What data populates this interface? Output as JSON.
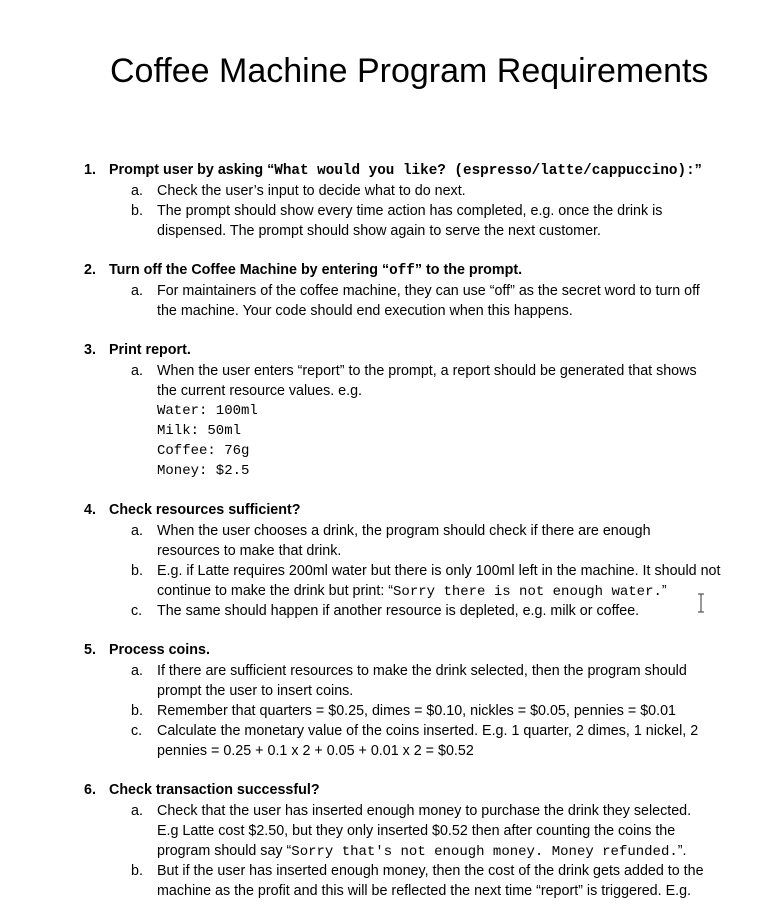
{
  "title": "Coffee Machine Program Requirements",
  "sections": [
    {
      "num": "1.",
      "heading_pre": "Prompt user by asking “",
      "heading_code": "What would you like? (espresso/latte/cappuccino):",
      "heading_post": "”",
      "items": [
        {
          "letter": "a.",
          "text": "Check the user’s input to decide what to do next."
        },
        {
          "letter": "b.",
          "text": "The prompt should show every time action has completed, e.g. once the drink is dispensed. The prompt should show again to serve the next customer."
        }
      ]
    },
    {
      "num": "2.",
      "heading_pre": "Turn off the Coffee Machine by entering “",
      "heading_code": "off",
      "heading_post": "” to the prompt.",
      "items": [
        {
          "letter": "a.",
          "text": "For maintainers of the coffee machine, they can use “off” as the secret word to turn off the machine. Your code should end execution when this happens."
        }
      ]
    },
    {
      "num": "3.",
      "heading_pre": "Print report.",
      "items": [
        {
          "letter": "a.",
          "text": "When the user enters “report” to the prompt, a report should be generated that shows the current resource values. e.g."
        }
      ],
      "code_lines": [
        "Water: 100ml",
        "Milk: 50ml",
        "Coffee: 76g",
        "Money: $2.5"
      ]
    },
    {
      "num": "4.",
      "heading_pre": "Check resources sufficient?",
      "items": [
        {
          "letter": "a.",
          "text": "When the user chooses a drink, the program should check if there are enough resources to make that drink."
        },
        {
          "letter": "b.",
          "text_pre": "E.g. if Latte requires 200ml water but there is only 100ml left in the machine. It should not continue to make the drink but print: “",
          "code": "Sorry there is not enough water.",
          "text_post": "”"
        },
        {
          "letter": "c.",
          "text": "The same should happen if another resource is depleted, e.g. milk or coffee."
        }
      ]
    },
    {
      "num": "5.",
      "heading_pre": "Process coins.",
      "items": [
        {
          "letter": "a.",
          "text": "If there are sufficient resources to make the drink selected, then the program should prompt the user to insert coins."
        },
        {
          "letter": "b.",
          "text": "Remember that quarters = $0.25, dimes = $0.10, nickles = $0.05, pennies = $0.01"
        },
        {
          "letter": "c.",
          "text": "Calculate the monetary value of the coins inserted. E.g. 1 quarter, 2 dimes, 1 nickel, 2 pennies = 0.25 + 0.1 x 2 + 0.05 + 0.01 x 2 = $0.52"
        }
      ]
    },
    {
      "num": "6.",
      "heading_pre": "Check transaction successful?",
      "items": [
        {
          "letter": "a.",
          "text_pre": "Check that the user has inserted enough money to purchase the drink they selected. E.g Latte cost $2.50, but they only inserted $0.52 then after counting the coins the program should say “",
          "code": "Sorry that's not enough money. Money refunded.",
          "text_post": "”."
        },
        {
          "letter": "b.",
          "text": "But if the user has inserted enough money, then the cost of the drink gets added to the machine as the profit and this will be reflected the next time “report” is triggered. E.g."
        }
      ]
    }
  ]
}
